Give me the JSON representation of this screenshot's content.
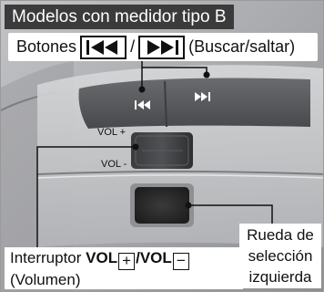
{
  "header": {
    "title": "Modelos con medidor tipo B"
  },
  "buttons_callout": {
    "label": "Botones",
    "key_prev_icon": "skip-previous-icon",
    "key_next_icon": "skip-next-icon",
    "separator": "/",
    "note": "(Buscar/saltar)"
  },
  "wheel": {
    "vol_plus": "VOL +",
    "vol_minus": "VOL -"
  },
  "left_wheel_callout": {
    "line1": "Rueda de",
    "line2": "selección",
    "line3": "izquierda"
  },
  "vol_callout": {
    "prefix": "Interruptor ",
    "vol_key": "VOL",
    "plus_glyph": "+",
    "slash": "/",
    "vol_key2": "VOL",
    "minus_glyph": "−",
    "line2": "(Volumen)"
  },
  "colors": {
    "title_bg": "#3b3b3b",
    "photo_bg": "#a9aaad",
    "button_panel": "#5b5c5f",
    "rocker": "#2f3032",
    "wheel": "#2b2b2b"
  }
}
